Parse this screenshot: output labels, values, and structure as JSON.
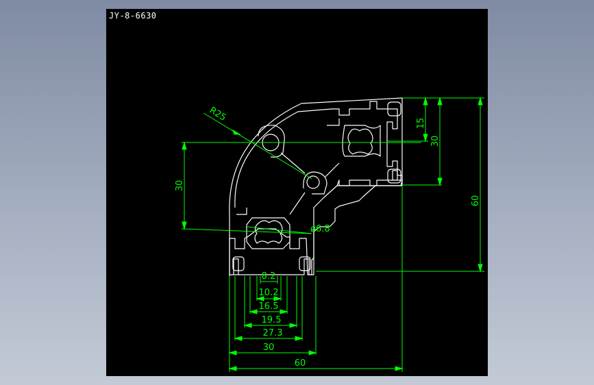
{
  "drawing": {
    "title": "JY-8-6630",
    "colors": {
      "background": "#000000",
      "profile": "#ffffff",
      "dimension": "#00ff00"
    },
    "dimensions": {
      "radius": "R25",
      "diameter": "ø6.8",
      "right_15": "15",
      "right_30": "30",
      "right_60": "60",
      "left_30": "30",
      "d82": "8.2",
      "d102": "10.2",
      "d165": "16.5",
      "d195": "19.5",
      "d273": "27.3",
      "d30": "30",
      "d60": "60"
    }
  }
}
